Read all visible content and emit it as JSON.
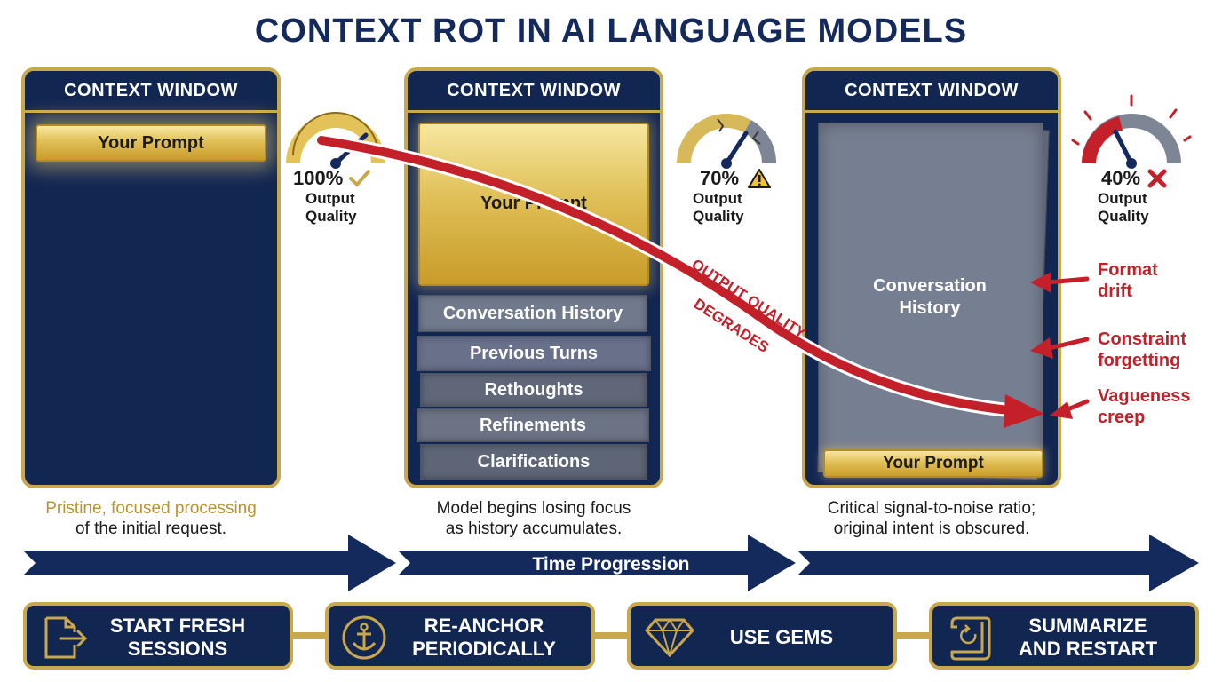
{
  "title": "CONTEXT ROT IN AI LANGUAGE MODELS",
  "panels": [
    {
      "heading": "CONTEXT WINDOW",
      "prompt": "Your Prompt",
      "caption_line1": "Pristine, focused processing",
      "caption_line2": "of the initial request."
    },
    {
      "heading": "CONTEXT WINDOW",
      "prompt": "Your Prompt",
      "layers": [
        "Conversation History",
        "Previous Turns",
        "Rethoughts",
        "Refinements",
        "Clarifications"
      ],
      "caption_line1": "Model begins losing focus",
      "caption_line2": "as history accumulates."
    },
    {
      "heading": "CONTEXT WINDOW",
      "history_line1": "Conversation",
      "history_line2": "History",
      "prompt": "Your Prompt",
      "caption_line1": "Critical signal-to-noise ratio;",
      "caption_line2": "original intent is obscured."
    }
  ],
  "gauges": [
    {
      "percent": "100%",
      "label_line1": "Output",
      "label_line2": "Quality",
      "status_icon": "check-icon",
      "level": 1.0
    },
    {
      "percent": "70%",
      "label_line1": "Output",
      "label_line2": "Quality",
      "status_icon": "warning-icon",
      "level": 0.7
    },
    {
      "percent": "40%",
      "label_line1": "Output",
      "label_line2": "Quality",
      "status_icon": "cross-icon",
      "level": 0.4
    }
  ],
  "degrade_label_line1": "OUTPUT QUALITY",
  "degrade_label_line2": "DEGRADES",
  "issues": [
    {
      "line1": "Format",
      "line2": "drift"
    },
    {
      "line1": "Constraint",
      "line2": "forgetting"
    },
    {
      "line1": "Vagueness",
      "line2": "creep"
    }
  ],
  "timeline_label": "Time Progression",
  "actions": [
    {
      "line1": "START FRESH",
      "line2": "SESSIONS",
      "icon": "new-session-icon"
    },
    {
      "line1": "RE-ANCHOR",
      "line2": "PERIODICALLY",
      "icon": "anchor-icon"
    },
    {
      "line1": "USE GEMS",
      "line2": "",
      "icon": "gem-icon"
    },
    {
      "line1": "SUMMARIZE",
      "line2": "AND RESTART",
      "icon": "scroll-restart-icon"
    }
  ],
  "colors": {
    "navy": "#122652",
    "gold": "#c9a74c",
    "red": "#c3202a",
    "stone": "#6d7589"
  }
}
